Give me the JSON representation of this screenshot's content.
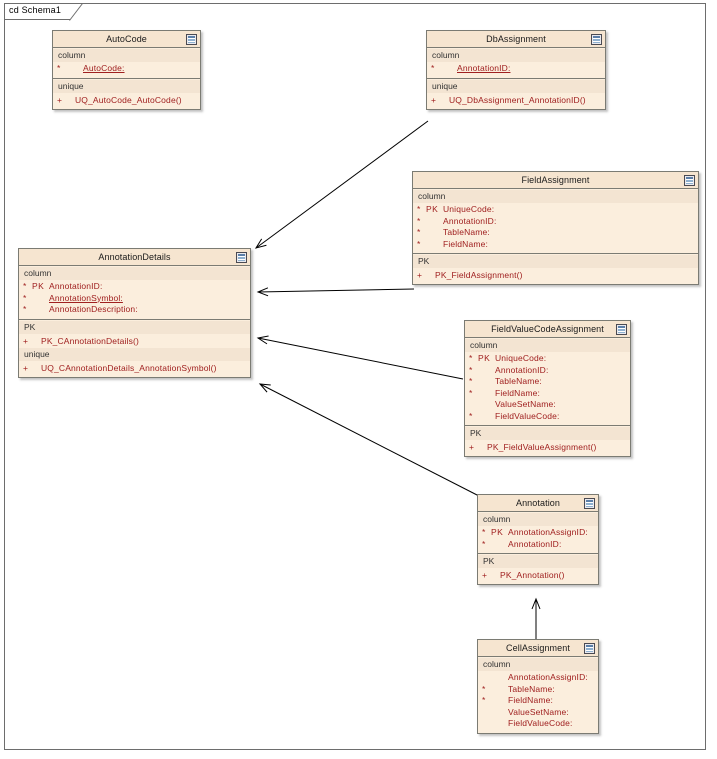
{
  "frame": {
    "label": "cd Schema1"
  },
  "icons": {
    "class_icon": "table-grid-icon"
  },
  "colors": {
    "class_fill": "#fbeedd",
    "class_header_fill": "#f6e5d0",
    "compartment_label_fill": "#f3e4d2",
    "class_border": "#7b7b73",
    "attribute_text": "#a02020",
    "frame_border": "#6d6d6d",
    "connector": "#000000"
  },
  "classes": [
    {
      "id": "autocode",
      "name": "AutoCode",
      "compartments": [
        {
          "label": "column",
          "attributes": [
            {
              "mark": "*",
              "pk": "",
              "name": "AutoCode:",
              "underline": true
            }
          ],
          "operations": []
        },
        {
          "label": "unique",
          "attributes": [],
          "operations": [
            {
              "visibility": "+",
              "signature": "UQ_AutoCode_AutoCode()"
            }
          ]
        }
      ]
    },
    {
      "id": "dbassignment",
      "name": "DbAssignment",
      "compartments": [
        {
          "label": "column",
          "attributes": [
            {
              "mark": "*",
              "pk": "",
              "name": "AnnotationID:",
              "underline": true
            }
          ],
          "operations": []
        },
        {
          "label": "unique",
          "attributes": [],
          "operations": [
            {
              "visibility": "+",
              "signature": "UQ_DbAssignment_AnnotationID()"
            }
          ]
        }
      ]
    },
    {
      "id": "fieldassignment",
      "name": "FieldAssignment",
      "compartments": [
        {
          "label": "column",
          "attributes": [
            {
              "mark": "*",
              "pk": "PK",
              "name": "UniqueCode:",
              "underline": false
            },
            {
              "mark": "*",
              "pk": "",
              "name": "AnnotationID:",
              "underline": false
            },
            {
              "mark": "*",
              "pk": "",
              "name": "TableName:",
              "underline": false
            },
            {
              "mark": "*",
              "pk": "",
              "name": "FieldName:",
              "underline": false
            }
          ],
          "operations": []
        },
        {
          "label": "PK",
          "attributes": [],
          "operations": [
            {
              "visibility": "+",
              "signature": "PK_FieldAssignment()"
            }
          ]
        }
      ]
    },
    {
      "id": "annotationdetails",
      "name": "AnnotationDetails",
      "compartments": [
        {
          "label": "column",
          "attributes": [
            {
              "mark": "*",
              "pk": "PK",
              "name": "AnnotationID:",
              "underline": false
            },
            {
              "mark": "*",
              "pk": "",
              "name": "AnnotationSymbol:",
              "underline": true
            },
            {
              "mark": "*",
              "pk": "",
              "name": "AnnotationDescription:",
              "underline": false
            }
          ],
          "operations": []
        },
        {
          "label": "PK",
          "attributes": [],
          "operations": [
            {
              "visibility": "+",
              "signature": "PK_CAnnotationDetails()"
            }
          ]
        },
        {
          "label": "unique",
          "attributes": [],
          "operations": [
            {
              "visibility": "+",
              "signature": "UQ_CAnnotationDetails_AnnotationSymbol()"
            }
          ]
        }
      ]
    },
    {
      "id": "fieldvaluecodeassignment",
      "name": "FieldValueCodeAssignment",
      "compartments": [
        {
          "label": "column",
          "attributes": [
            {
              "mark": "*",
              "pk": "PK",
              "name": "UniqueCode:",
              "underline": false
            },
            {
              "mark": "*",
              "pk": "",
              "name": "AnnotationID:",
              "underline": false
            },
            {
              "mark": "*",
              "pk": "",
              "name": "TableName:",
              "underline": false
            },
            {
              "mark": "*",
              "pk": "",
              "name": "FieldName:",
              "underline": false
            },
            {
              "mark": "",
              "pk": "",
              "name": "ValueSetName:",
              "underline": false
            },
            {
              "mark": "*",
              "pk": "",
              "name": "FieldValueCode:",
              "underline": false
            }
          ],
          "operations": []
        },
        {
          "label": "PK",
          "attributes": [],
          "operations": [
            {
              "visibility": "+",
              "signature": "PK_FieldValueAssignment()"
            }
          ]
        }
      ]
    },
    {
      "id": "annotation",
      "name": "Annotation",
      "compartments": [
        {
          "label": "column",
          "attributes": [
            {
              "mark": "*",
              "pk": "PK",
              "name": "AnnotationAssignID:",
              "underline": false
            },
            {
              "mark": "*",
              "pk": "",
              "name": "AnnotationID:",
              "underline": false
            }
          ],
          "operations": []
        },
        {
          "label": "PK",
          "attributes": [],
          "operations": [
            {
              "visibility": "+",
              "signature": "PK_Annotation()"
            }
          ]
        }
      ]
    },
    {
      "id": "cellassignment",
      "name": "CellAssignment",
      "compartments": [
        {
          "label": "column",
          "attributes": [
            {
              "mark": "",
              "pk": "",
              "name": "AnnotationAssignID:",
              "underline": false
            },
            {
              "mark": "*",
              "pk": "",
              "name": "TableName:",
              "underline": false
            },
            {
              "mark": "*",
              "pk": "",
              "name": "FieldName:",
              "underline": false
            },
            {
              "mark": "",
              "pk": "",
              "name": "ValueSetName:",
              "underline": false
            },
            {
              "mark": "",
              "pk": "",
              "name": "FieldValueCode:",
              "underline": false
            }
          ],
          "operations": []
        }
      ]
    }
  ],
  "connectors": [
    {
      "id": "dbassignment-to-annotationdetails",
      "from": "DbAssignment",
      "to": "AnnotationDetails",
      "kind": "association-arrow"
    },
    {
      "id": "fieldassignment-to-annotationdetails",
      "from": "FieldAssignment",
      "to": "AnnotationDetails",
      "kind": "association-arrow"
    },
    {
      "id": "fieldvaluecodeassignment-to-annotationdetails",
      "from": "FieldValueCodeAssignment",
      "to": "AnnotationDetails",
      "kind": "association-arrow"
    },
    {
      "id": "annotation-to-annotationdetails",
      "from": "Annotation",
      "to": "AnnotationDetails",
      "kind": "association-arrow"
    },
    {
      "id": "cellassignment-to-annotation",
      "from": "CellAssignment",
      "to": "Annotation",
      "kind": "association-arrow"
    }
  ]
}
